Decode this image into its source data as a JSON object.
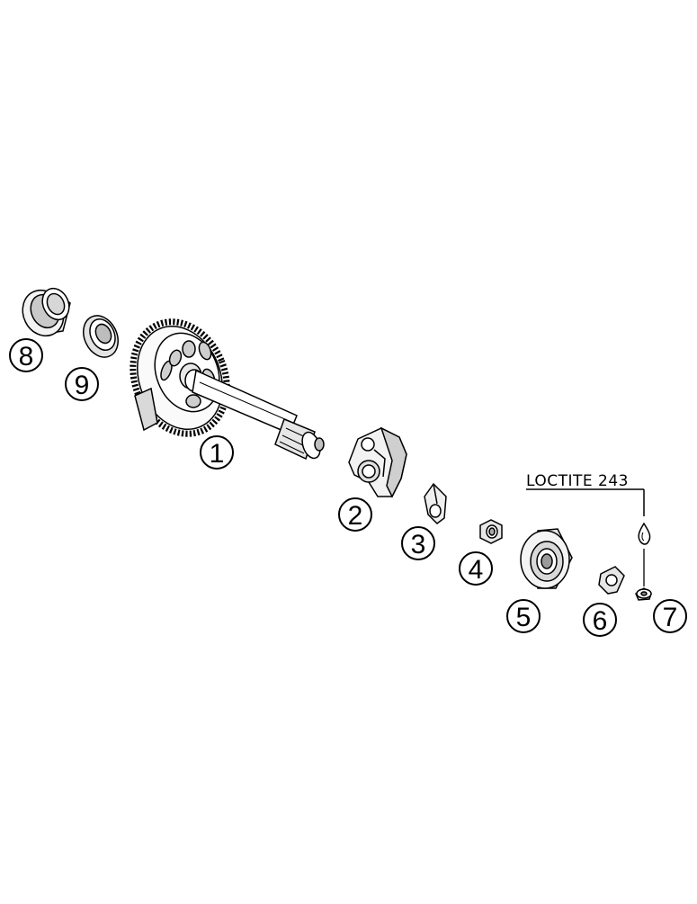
{
  "callouts": [
    {
      "id": "1",
      "label": "1"
    },
    {
      "id": "2",
      "label": "2"
    },
    {
      "id": "3",
      "label": "3"
    },
    {
      "id": "4",
      "label": "4"
    },
    {
      "id": "5",
      "label": "5"
    },
    {
      "id": "6",
      "label": "6"
    },
    {
      "id": "7",
      "label": "7"
    },
    {
      "id": "8",
      "label": "8"
    },
    {
      "id": "9",
      "label": "9"
    }
  ],
  "note": {
    "text": "LOCTITE 243"
  },
  "colors": {
    "line": "#000000",
    "fill": "#ffffff",
    "shade": "#e6e6e6",
    "dark": "#8c8c8c"
  }
}
